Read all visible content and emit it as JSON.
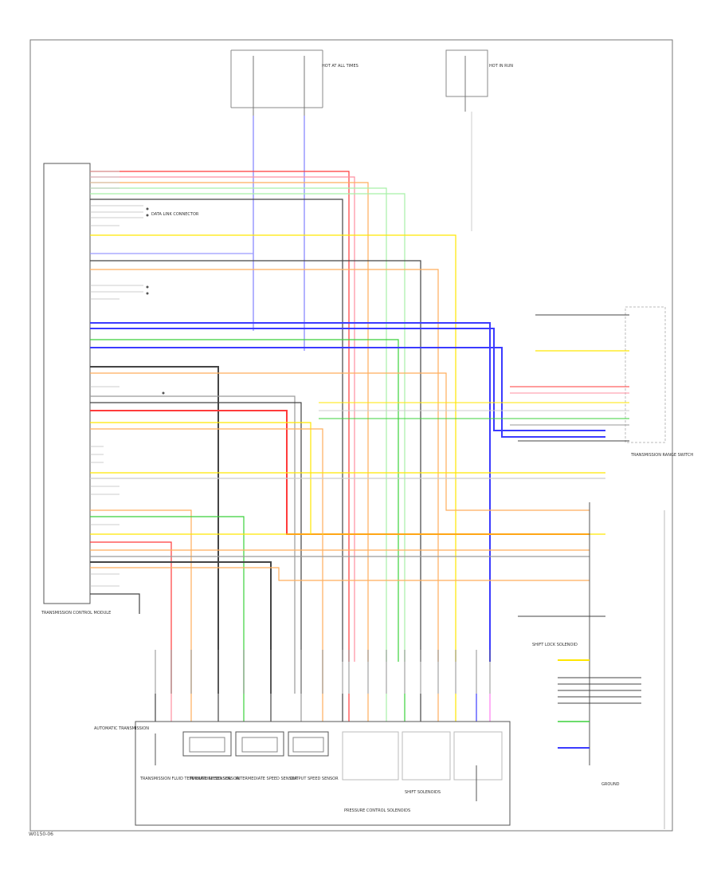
{
  "page": {
    "corner_code": "W0150-06"
  },
  "colors": {
    "red": "#ff3b3b",
    "pink": "#ff8fa0",
    "green": "#3bd13b",
    "light_green": "#a8f0a8",
    "yellow": "#ffe600",
    "orange": "#ffae5c",
    "blue": "#3b3bff",
    "light_blue": "#9a9aff",
    "gray": "#9a9a9a",
    "black": "#444444",
    "violet": "#ff7cf0"
  },
  "modules": {
    "tcm": "TRANSMISSION CONTROL MODULE",
    "fuse_box_left": "HOT AT ALL TIMES",
    "fuse_box_right": "HOT IN RUN",
    "range_switch": "TRANSMISSION RANGE SWITCH",
    "transmission": "AUTOMATIC TRANSMISSION",
    "shift_solenoids": "SHIFT SOLENOIDS",
    "pressure_solenoids": "PRESSURE CONTROL SOLENOIDS",
    "fluid_temp": "TRANSMISSION FLUID TEMPERATURE SENSOR",
    "turbine_sensor": "TURBINE SPEED SENSOR",
    "intermediate_sensor": "INTERMEDIATE SPEED SENSOR",
    "output_sensor": "OUTPUT SPEED SENSOR",
    "data_link": "DATA LINK CONNECTOR",
    "shift_lock": "SHIFT LOCK SOLENOID",
    "ground": "GROUND"
  }
}
